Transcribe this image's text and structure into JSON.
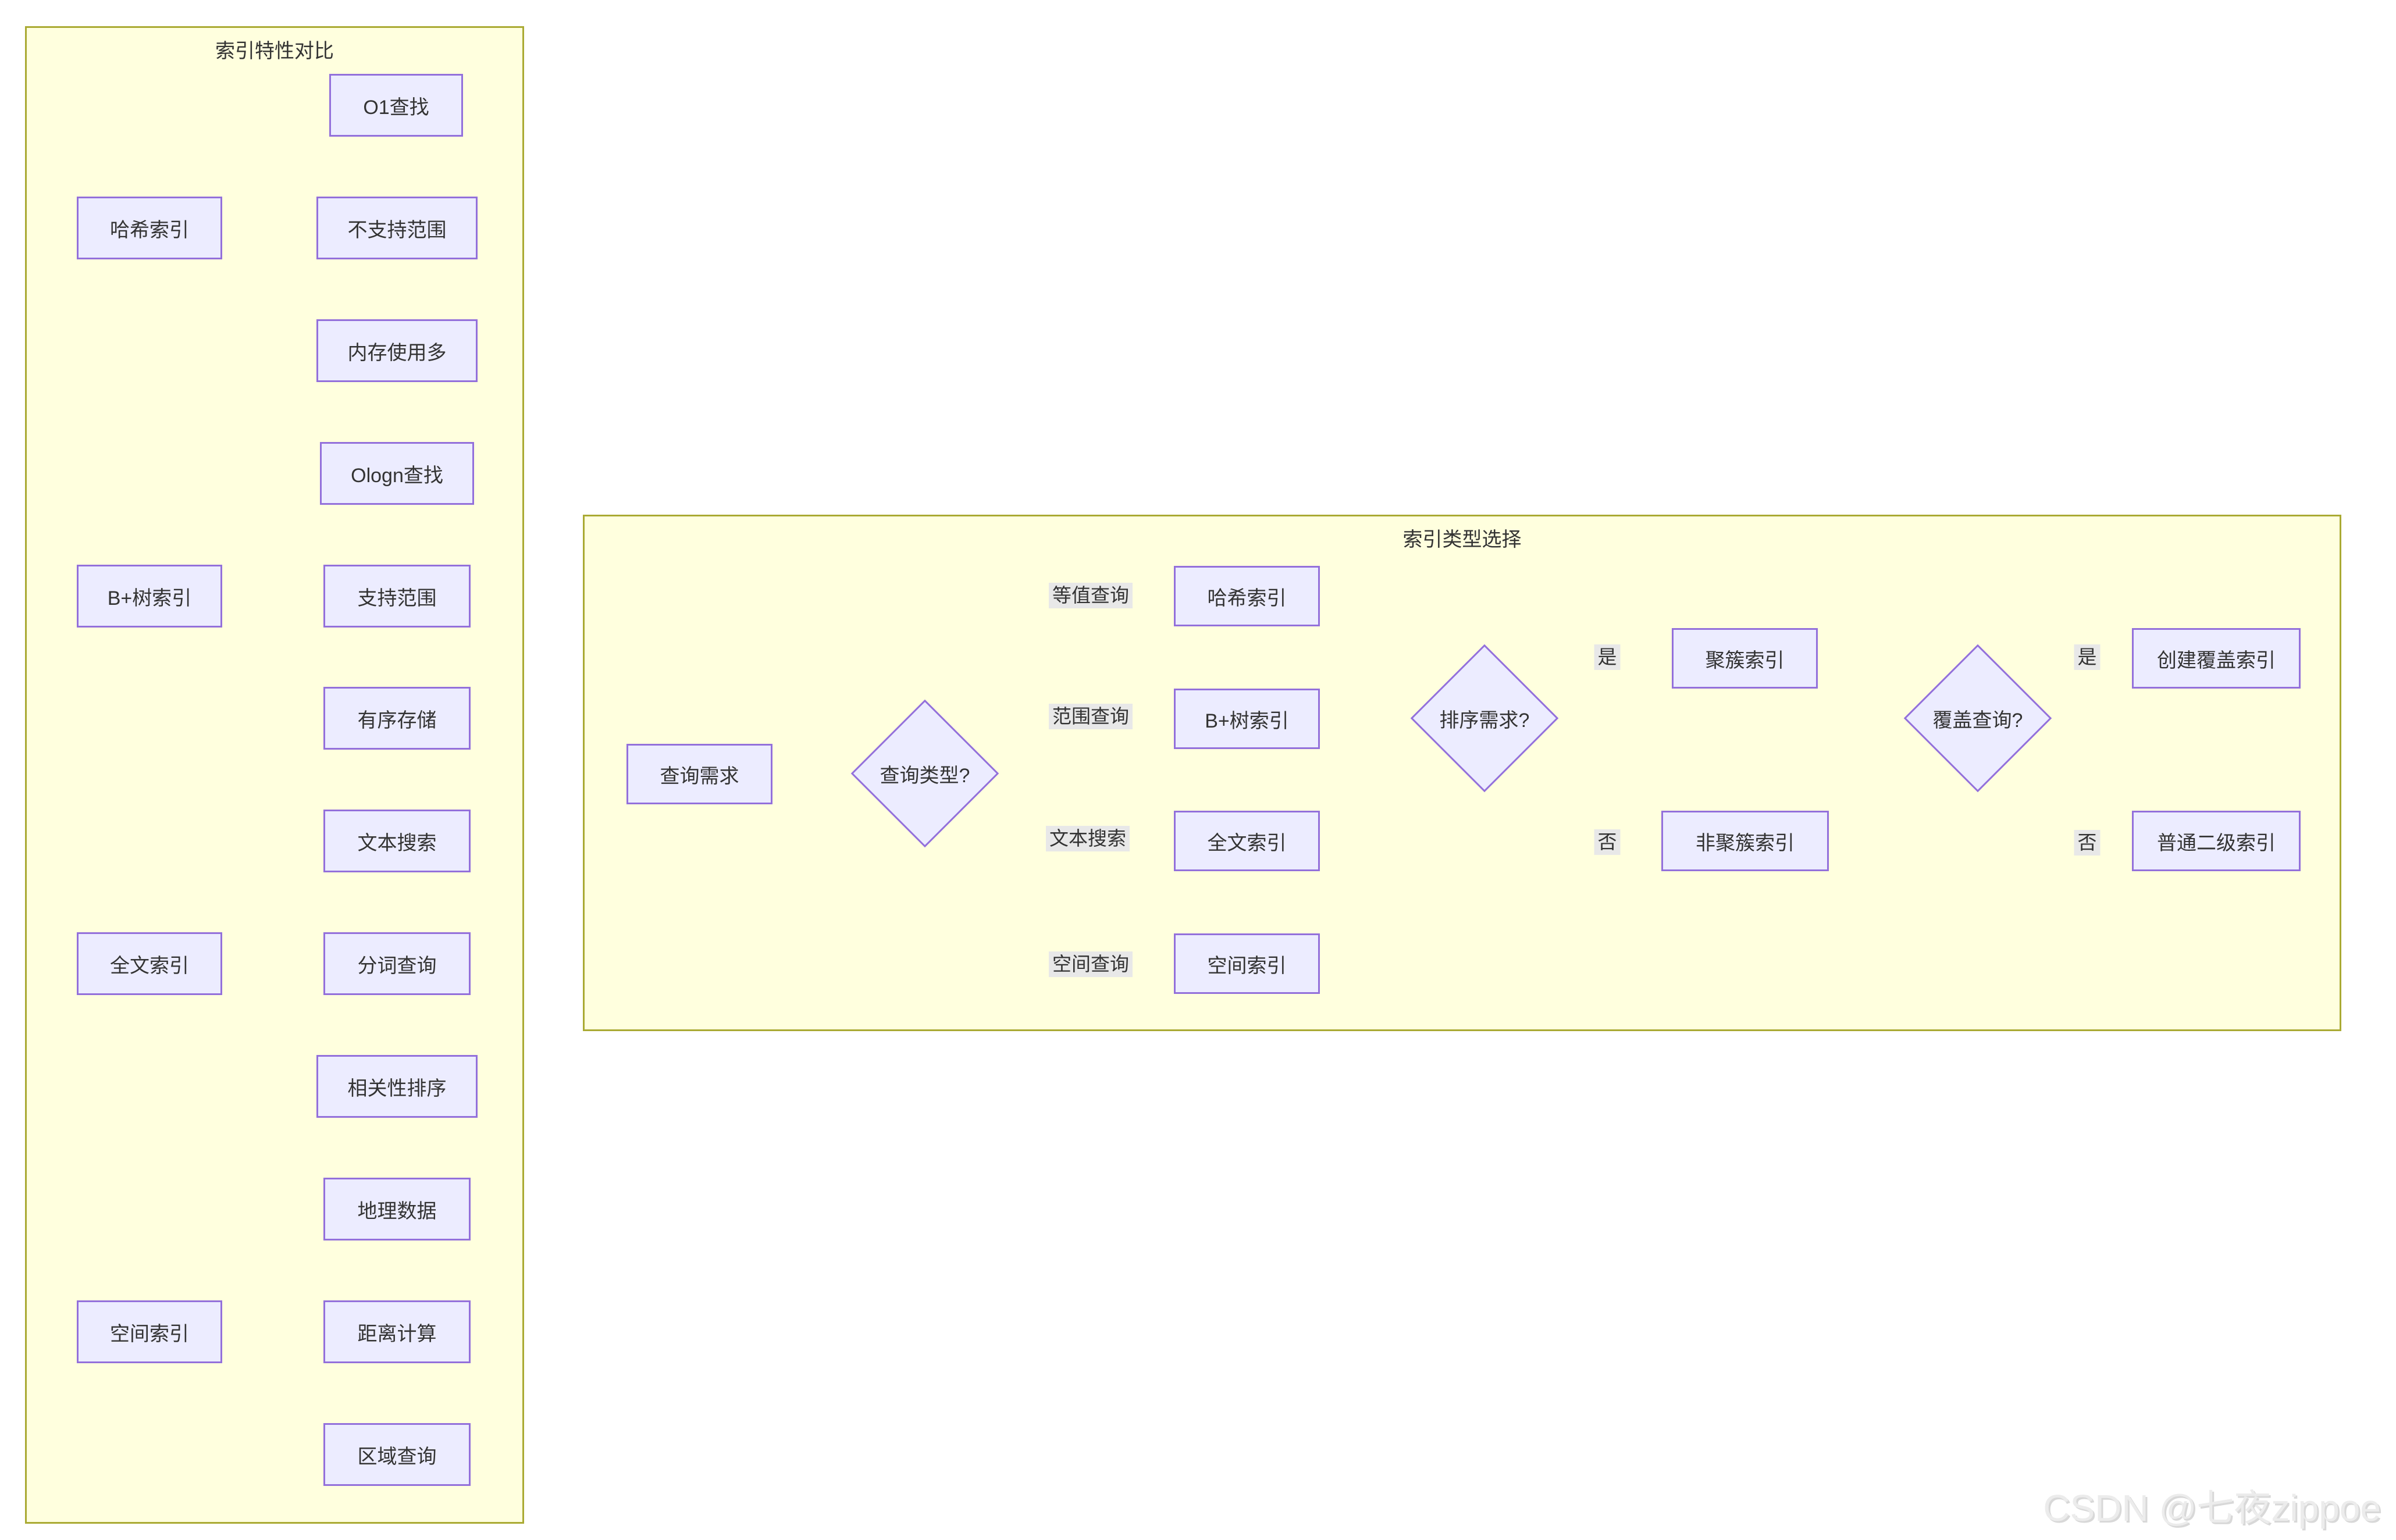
{
  "left_panel": {
    "title": "索引特性对比",
    "groups": [
      {
        "parent": "哈希索引",
        "children": [
          "O1查找",
          "不支持范围",
          "内存使用多"
        ]
      },
      {
        "parent": "B+树索引",
        "children": [
          "Ologn查找",
          "支持范围",
          "有序存储"
        ]
      },
      {
        "parent": "全文索引",
        "children": [
          "文本搜索",
          "分词查询",
          "相关性排序"
        ]
      },
      {
        "parent": "空间索引",
        "children": [
          "地理数据",
          "距离计算",
          "区域查询"
        ]
      }
    ]
  },
  "right_panel": {
    "title": "索引类型选择",
    "nodes": {
      "start": "查询需求",
      "query_type": "查询类型?",
      "hash": "哈希索引",
      "btree": "B+树索引",
      "fulltext": "全文索引",
      "spatial": "空间索引",
      "sort": "排序需求?",
      "clustered": "聚簇索引",
      "nonclustered": "非聚簇索引",
      "covering": "覆盖查询?",
      "create_covering": "创建覆盖索引",
      "secondary": "普通二级索引"
    },
    "edge_labels": {
      "equality": "等值查询",
      "range": "范围查询",
      "text_search": "文本搜索",
      "spatial_query": "空间查询",
      "sort_yes": "是",
      "sort_no": "否",
      "covering_yes": "是",
      "covering_no": "否"
    }
  },
  "watermark": "CSDN @七夜zippoe",
  "colors": {
    "panel_fill": "#ffffde",
    "panel_border": "#aaaa33",
    "node_fill": "#ececff",
    "node_border": "#9370db",
    "edge": "#333333",
    "edge_label_bg": "#e8e8e8",
    "text": "#333333",
    "watermark": "#ececec"
  }
}
